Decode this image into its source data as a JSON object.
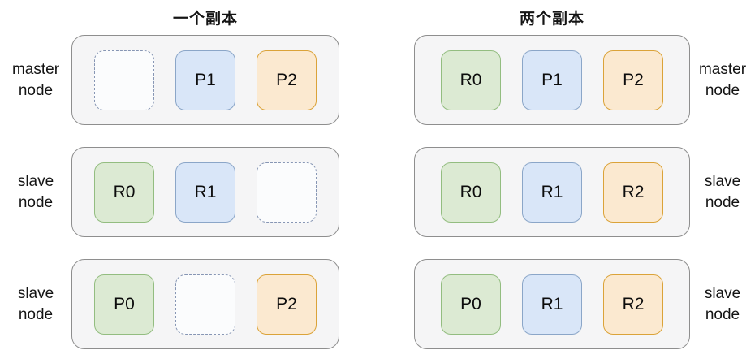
{
  "diagram": {
    "colors": {
      "green": {
        "fill": "#dcead3",
        "stroke": "#93bd80"
      },
      "blue": {
        "fill": "#d9e6f8",
        "stroke": "#8ba6c8"
      },
      "orange": {
        "fill": "#fbe9d0",
        "stroke": "#dba339"
      },
      "empty": {
        "fill": "#fbfcfd",
        "stroke": "#8796b4"
      },
      "node_fill": "#f5f5f6",
      "node_stroke": "#8e8e8e"
    },
    "columns": [
      {
        "title": "一个副本",
        "label_side": "left",
        "rows": [
          {
            "label": "master node",
            "cells": [
              {
                "text": "",
                "color": "empty",
                "empty": true
              },
              {
                "text": "P1",
                "color": "blue"
              },
              {
                "text": "P2",
                "color": "orange"
              }
            ]
          },
          {
            "label": "slave node",
            "cells": [
              {
                "text": "R0",
                "color": "green"
              },
              {
                "text": "R1",
                "color": "blue"
              },
              {
                "text": "",
                "color": "empty",
                "empty": true
              }
            ]
          },
          {
            "label": "slave node",
            "cells": [
              {
                "text": "P0",
                "color": "green"
              },
              {
                "text": "",
                "color": "empty",
                "empty": true
              },
              {
                "text": "P2",
                "color": "orange"
              }
            ]
          }
        ]
      },
      {
        "title": "两个副本",
        "label_side": "right",
        "rows": [
          {
            "label": "master node",
            "cells": [
              {
                "text": "R0",
                "color": "green"
              },
              {
                "text": "P1",
                "color": "blue"
              },
              {
                "text": "P2",
                "color": "orange"
              }
            ]
          },
          {
            "label": "slave node",
            "cells": [
              {
                "text": "R0",
                "color": "green"
              },
              {
                "text": "R1",
                "color": "blue"
              },
              {
                "text": "R2",
                "color": "orange"
              }
            ]
          },
          {
            "label": "slave node",
            "cells": [
              {
                "text": "P0",
                "color": "green"
              },
              {
                "text": "R1",
                "color": "blue"
              },
              {
                "text": "R2",
                "color": "orange"
              }
            ]
          }
        ]
      }
    ]
  }
}
